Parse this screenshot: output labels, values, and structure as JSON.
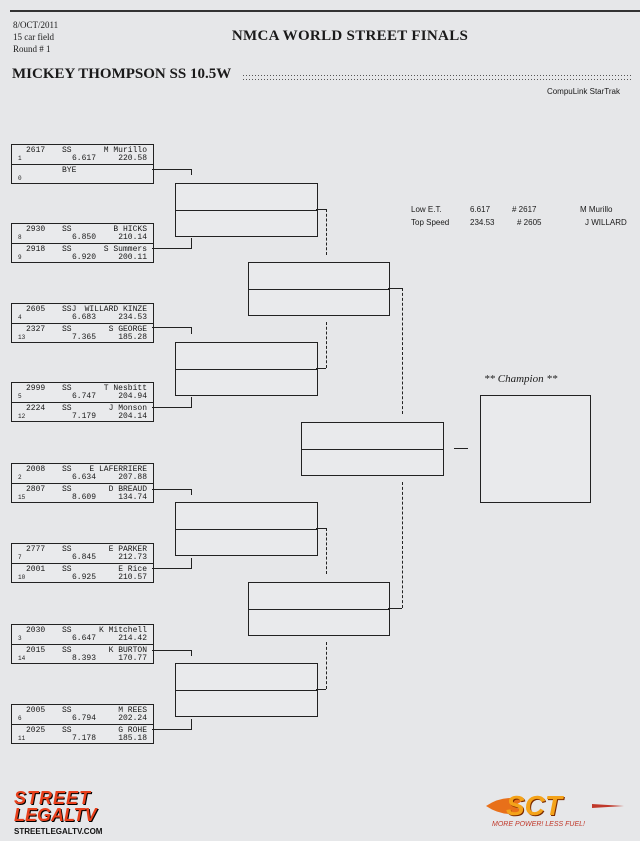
{
  "header": {
    "date": "8/OCT/2011",
    "field": "15 car field",
    "round": "Round # 1",
    "event_title": "NMCA WORLD STREET FINALS",
    "class_title": "MICKEY THOMPSON SS 10.5W",
    "software": "CompuLink StarTrak"
  },
  "stats": {
    "low_et": {
      "label": "Low  E.T.",
      "value": "6.617",
      "car": "# 2617",
      "driver": "M Murillo"
    },
    "top_speed": {
      "label": "Top Speed",
      "value": "234.53",
      "car": "# 2605",
      "driver": "J WILLARD"
    }
  },
  "entries": [
    {
      "car": "2617",
      "cls": "SS",
      "driver": "M Murillo",
      "et": "6.617",
      "speed": "220.58",
      "seed": "1"
    },
    {
      "car": "",
      "cls": "BYE",
      "driver": "",
      "et": "",
      "speed": "",
      "seed": "0"
    },
    {
      "car": "2930",
      "cls": "SS",
      "driver": "B HICKS",
      "et": "6.850",
      "speed": "210.14",
      "seed": "8"
    },
    {
      "car": "2918",
      "cls": "SS",
      "driver": "S Summers",
      "et": "6.920",
      "speed": "200.11",
      "seed": "9"
    },
    {
      "car": "2605",
      "cls": "SSJ",
      "driver": "WILLARD KINZE",
      "et": "6.683",
      "speed": "234.53",
      "seed": "4"
    },
    {
      "car": "2327",
      "cls": "SS",
      "driver": "S GEORGE",
      "et": "7.365",
      "speed": "185.28",
      "seed": "13"
    },
    {
      "car": "2999",
      "cls": "SS",
      "driver": "T Nesbitt",
      "et": "6.747",
      "speed": "204.94",
      "seed": "5"
    },
    {
      "car": "2224",
      "cls": "SS",
      "driver": "J Monson",
      "et": "7.179",
      "speed": "204.14",
      "seed": "12"
    },
    {
      "car": "2008",
      "cls": "SS",
      "driver": "E LAFERRIERE",
      "et": "6.634",
      "speed": "207.88",
      "seed": "2"
    },
    {
      "car": "2807",
      "cls": "SS",
      "driver": "D BREAUD",
      "et": "8.609",
      "speed": "134.74",
      "seed": "15"
    },
    {
      "car": "2777",
      "cls": "SS",
      "driver": "E PARKER",
      "et": "6.845",
      "speed": "212.73",
      "seed": "7"
    },
    {
      "car": "2001",
      "cls": "SS",
      "driver": "E Rice",
      "et": "6.925",
      "speed": "210.57",
      "seed": "10"
    },
    {
      "car": "2030",
      "cls": "SS",
      "driver": "K Mitchell",
      "et": "6.647",
      "speed": "214.42",
      "seed": "3"
    },
    {
      "car": "2015",
      "cls": "SS",
      "driver": "K BURTON",
      "et": "8.393",
      "speed": "170.77",
      "seed": "14"
    },
    {
      "car": "2005",
      "cls": "SS",
      "driver": "M REES",
      "et": "6.794",
      "speed": "202.24",
      "seed": "6"
    },
    {
      "car": "2025",
      "cls": "SS",
      "driver": "G ROHE",
      "et": "7.178",
      "speed": "185.18",
      "seed": "11"
    }
  ],
  "champion_label": "** Champion **",
  "watermarks": {
    "streetlegal_line1": "STREET",
    "streetlegal_line2": "LEGALTV",
    "streetlegal_url": "STREETLEGALTV.COM",
    "sct_logo": "SCT",
    "sct_tagline": "MORE POWER! LESS FUEL!"
  }
}
